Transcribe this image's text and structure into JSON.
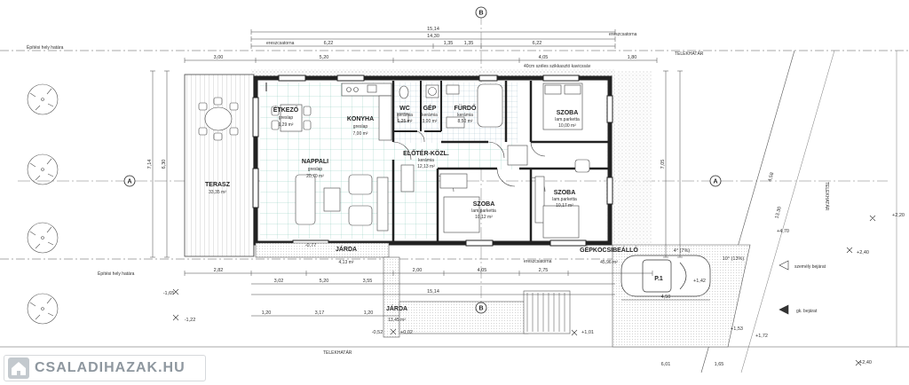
{
  "rooms": {
    "etkezo": {
      "name": "ÉTKEZŐ",
      "floor": "greslap",
      "area": "9,29 m²"
    },
    "konyha": {
      "name": "KONYHA",
      "floor": "greslap",
      "area": "7,00 m²"
    },
    "wc": {
      "name": "WC",
      "floor": "kerámia",
      "area": "1,25 m²"
    },
    "gep": {
      "name": "GÉP",
      "floor": "kerámia",
      "area": "3,00 m²"
    },
    "furdo": {
      "name": "FÜRDŐ",
      "floor": "kerámia",
      "area": "8,50 m²"
    },
    "szoba1": {
      "name": "SZOBA",
      "floor": "lam.parketta",
      "area": "10,00 m²"
    },
    "nappali": {
      "name": "NAPPALI",
      "floor": "greslap",
      "area": "20,70 m²"
    },
    "eloter": {
      "name": "ELŐTÉR-KÖZL.",
      "floor": "kerámia",
      "area": "12,13 m²"
    },
    "szoba2": {
      "name": "SZOBA",
      "floor": "lam.parketta",
      "area": "10,12 m²"
    },
    "szoba3": {
      "name": "SZOBA",
      "floor": "lam.parketta",
      "area": "10,17 m²"
    },
    "terasz": {
      "name": "TERASZ",
      "floor": "",
      "area": "33,35 m²"
    },
    "jarda1": {
      "name": "JÁRDA",
      "floor": "",
      "area": "4,13 m²"
    },
    "jarda2": {
      "name": "JÁRDA",
      "floor": "",
      "area": "13,45 m²"
    },
    "gepkocsi": {
      "name": "GÉPKOCSIBEÁLLÓ",
      "floor": "",
      "area": "45,96 m²"
    }
  },
  "labels": {
    "epitesi_hely_1": "Építési hely határa",
    "epitesi_hely_2": "Építési hely határa",
    "eresz_top": "ereszcsatorna",
    "eresz_right": "ereszcsatorna",
    "eresz_bottom": "ereszcsatorna",
    "kavics": "40cm széles szikkasztó kavicssáv",
    "telekhatar_top": "TELEKHATÁR",
    "telekhatar_bottom": "TELEKHATÁR",
    "telekhatar_right": "TELEKHATÁR",
    "szemelyi_bejarat": "személy bejárat",
    "gk_bejarat": "gk. bejárat",
    "parkolo": "P.1",
    "section_a_left": "A",
    "section_a_right": "A",
    "section_b_top": "B",
    "section_b_bottom": "B"
  },
  "dimensions": {
    "top_total": "15,14",
    "top_second": "14,30",
    "top_1": "6,22",
    "top_2": "1,35",
    "top_3": "1,35",
    "top_4": "6,22",
    "top_seg_a": "3,00",
    "top_seg_b": "5,20",
    "top_seg_c": "4,05",
    "top_seg_d": "1,80",
    "bottom_total": "15,14",
    "bottom_1": "2,82",
    "bottom_2": "3,02",
    "bottom_3": "5,20",
    "bottom_4": "3,55",
    "bottom_5": "2,00",
    "bottom_6": "4,05",
    "bottom_7": "2,75",
    "bottom_8": "1,20",
    "bottom_9": "3,17",
    "bottom_10": "1,20",
    "left_1": "7,14",
    "left_2": "6,30",
    "right_1": "7,05",
    "right_2": "13,30",
    "right_3": "4,58",
    "car_1": "4,50",
    "car_2": "6,01",
    "car_3": "1,65",
    "level_1": "-1,65",
    "level_2": "-1,22",
    "level_3": "-0,52",
    "level_4": "+0,02",
    "level_5": "+1,01",
    "level_6": "+1,72",
    "level_7": "+2,20",
    "level_8": "+2,40",
    "level_9": "+4,70",
    "level_10": "+2,40",
    "level_11": "-0,77",
    "level_12": "+1,42",
    "level_13": "+1,53",
    "slope_1": "4° (7%)",
    "slope_2": "10° (13%)"
  },
  "watermark": {
    "text": "CSALADIHAZAK.HU"
  }
}
